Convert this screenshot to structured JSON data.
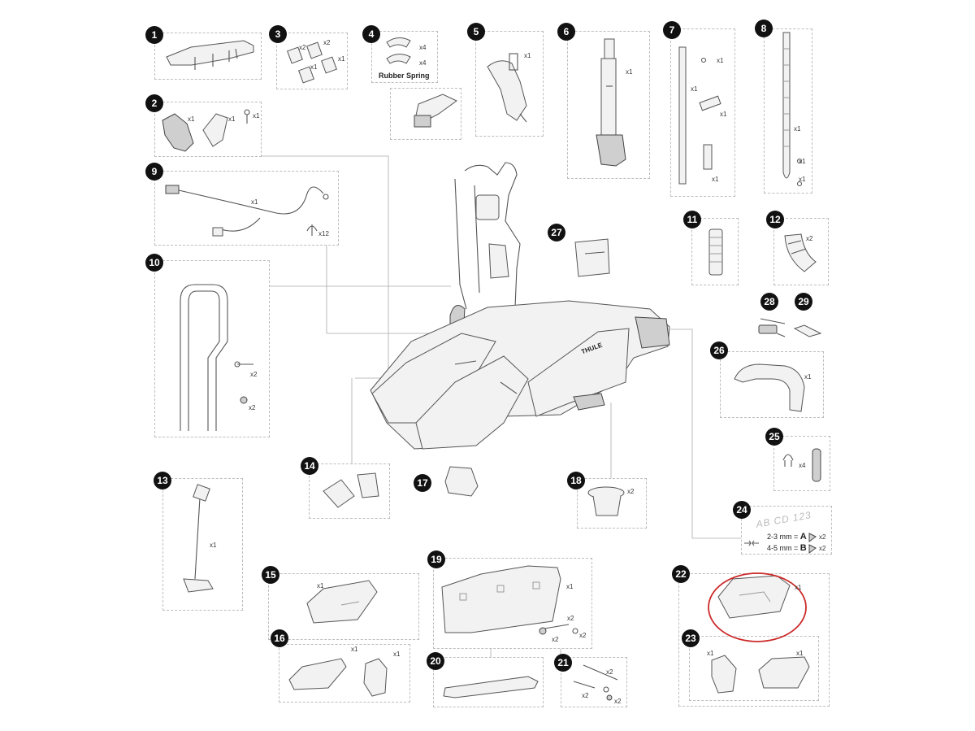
{
  "parts": [
    {
      "id": "p1",
      "number": "1",
      "qty": []
    },
    {
      "id": "p2",
      "number": "2",
      "qty": [
        "x1",
        "x1",
        "x1"
      ]
    },
    {
      "id": "p3",
      "number": "3",
      "qty": [
        "x2",
        "x2",
        "x1",
        "x1"
      ]
    },
    {
      "id": "p4",
      "number": "4",
      "qty": [
        "x4",
        "x4"
      ],
      "caption": "Rubber Spring"
    },
    {
      "id": "p5",
      "number": "5",
      "qty": [
        "x1"
      ]
    },
    {
      "id": "p6",
      "number": "6",
      "qty": [
        "x1"
      ]
    },
    {
      "id": "p7",
      "number": "7",
      "qty": [
        "x1",
        "x1",
        "x1",
        "x1"
      ]
    },
    {
      "id": "p8",
      "number": "8",
      "qty": [
        "x1",
        "x1",
        "x1"
      ]
    },
    {
      "id": "p9",
      "number": "9",
      "qty": [
        "x1",
        "x12"
      ]
    },
    {
      "id": "p10",
      "number": "10",
      "qty": [
        "x2",
        "x2"
      ]
    },
    {
      "id": "p11",
      "number": "11",
      "qty": []
    },
    {
      "id": "p12",
      "number": "12",
      "qty": [
        "x2"
      ]
    },
    {
      "id": "p13",
      "number": "13",
      "qty": [
        "x1"
      ]
    },
    {
      "id": "p14",
      "number": "14",
      "qty": []
    },
    {
      "id": "p15",
      "number": "15",
      "qty": [
        "x1"
      ]
    },
    {
      "id": "p16",
      "number": "16",
      "qty": [
        "x1",
        "x1"
      ]
    },
    {
      "id": "p17",
      "number": "17",
      "qty": []
    },
    {
      "id": "p18",
      "number": "18",
      "qty": [
        "x2"
      ]
    },
    {
      "id": "p19",
      "number": "19",
      "qty": [
        "x1",
        "x2",
        "x2",
        "x2"
      ]
    },
    {
      "id": "p20",
      "number": "20",
      "qty": []
    },
    {
      "id": "p21",
      "number": "21",
      "qty": [
        "x2",
        "x2",
        "x2"
      ]
    },
    {
      "id": "p22",
      "number": "22",
      "qty": [
        "x1"
      ]
    },
    {
      "id": "p23",
      "number": "23",
      "qty": [
        "x1",
        "x1"
      ]
    },
    {
      "id": "p24",
      "number": "24",
      "qty": [
        "x2",
        "x2"
      ],
      "plate": "AB CD 123",
      "spec_a": "2-3 mm =",
      "spec_a_letter": "A",
      "spec_b": "4-5 mm =",
      "spec_b_letter": "B"
    },
    {
      "id": "p25",
      "number": "25",
      "qty": [
        "x4"
      ]
    },
    {
      "id": "p26",
      "number": "26",
      "qty": [
        "x1"
      ]
    },
    {
      "id": "p27",
      "number": "27",
      "qty": []
    },
    {
      "id": "p28",
      "number": "28",
      "qty": []
    },
    {
      "id": "p29",
      "number": "29",
      "qty": []
    }
  ],
  "product_logo": "THULE",
  "highlight_color": "#cc2a2a",
  "icons": {
    "badge": "black-circle-number",
    "highlight": "red-ellipse-highlight"
  }
}
